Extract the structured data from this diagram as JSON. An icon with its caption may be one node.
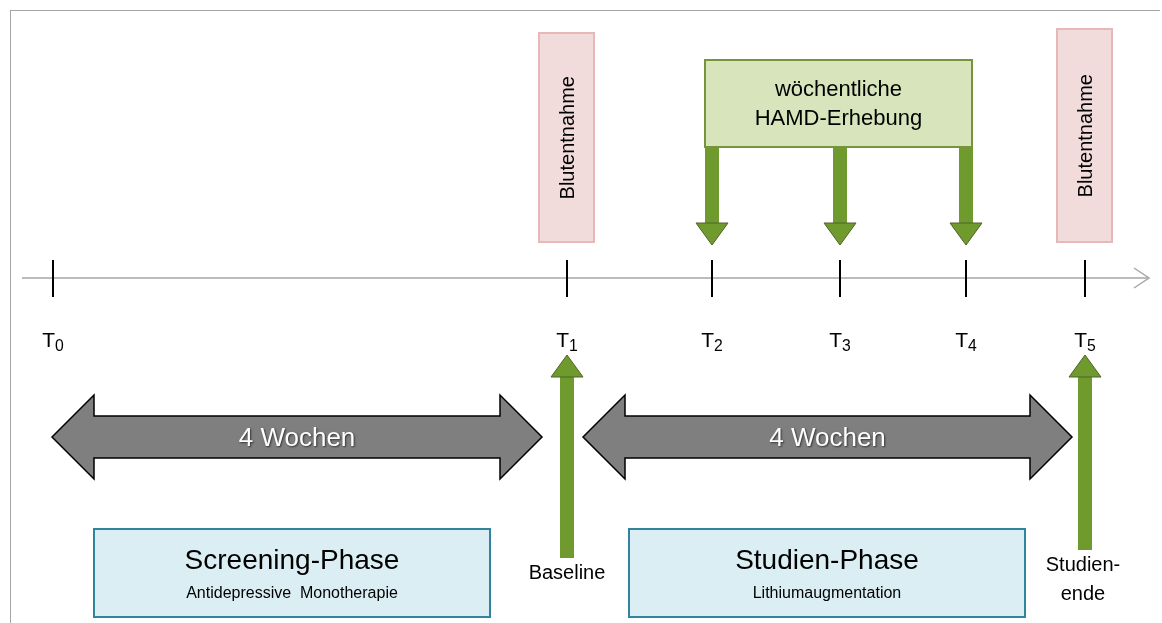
{
  "diagram": {
    "nodes": [
      {
        "text": [
          "Blutentnahme"
        ]
      },
      {
        "text": [
          "wöchentliche HAMD-Erhebung"
        ]
      },
      {
        "text": [
          "Blutentnahme"
        ]
      },
      {
        "text": [
          "T$_{0}$"
        ]
      },
      {
        "text": [
          "T$_{1}$"
        ]
      },
      {
        "text": [
          "T$_{2}$"
        ]
      },
      {
        "text": [
          "T$_{3}$"
        ]
      },
      {
        "text": [
          "T$_{4}$"
        ]
      },
      {
        "text": [
          "T$_{5}$"
        ]
      },
      {
        "text": [
          "Screening-Phase",
          "Antidepressive  Monotherapie"
        ]
      },
      {
        "text": [
          "Baseline"
        ]
      },
      {
        "text": [
          "Studien-Phase",
          "Lithiumaugmentation"
        ]
      },
      {
        "text": [
          "Studien- ende"
        ]
      }
    ],
    "edges": [
      {
        "from": 1,
        "to": null,
        "arrow": "to"
      },
      {
        "from": 1,
        "to": null,
        "arrow": "to"
      },
      {
        "from": 1,
        "to": null,
        "arrow": "to"
      },
      {
        "from": 10,
        "to": 4,
        "arrow": "to"
      },
      {
        "from": 12,
        "to": 8,
        "arrow": "to"
      }
    ],
    "labels": [
      "4 Wochen",
      "4 Wochen"
    ]
  }
}
